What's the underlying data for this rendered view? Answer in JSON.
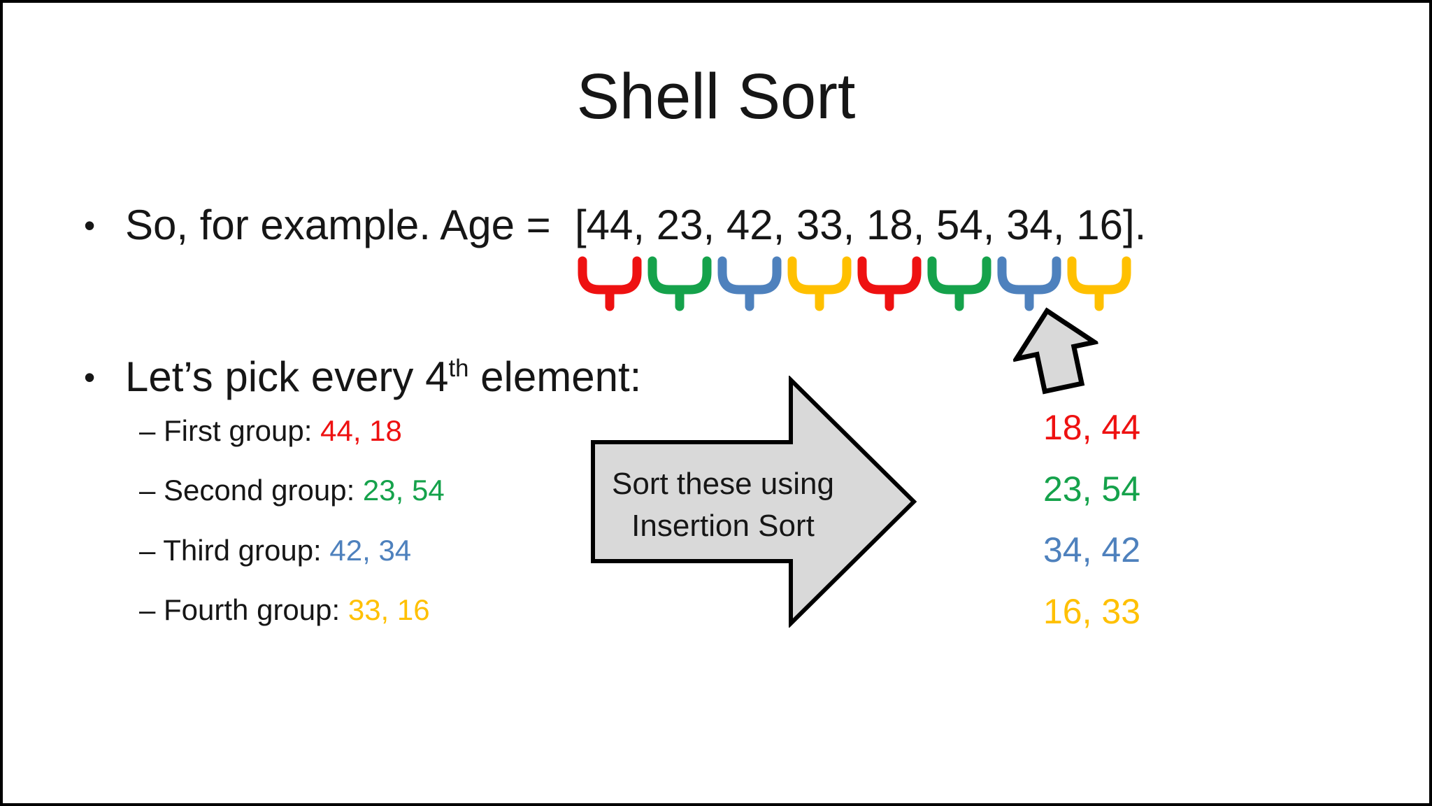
{
  "title": "Shell Sort",
  "bullet1": {
    "marker": "•",
    "text": "So, for example. Age =",
    "array": "[44, 23, 42, 33, 18, 54, 34, 16]."
  },
  "bullet2": {
    "marker": "•",
    "text_before_sup": "Let’s pick every 4",
    "sup": "th",
    "text_after_sup": " element:"
  },
  "bracket_colors": [
    "#EE1111",
    "#15A24B",
    "#4E81BD",
    "#FFC000",
    "#EE1111",
    "#15A24B",
    "#4E81BD",
    "#FFC000"
  ],
  "groups": [
    {
      "marker": "–",
      "label": "First group:",
      "unsorted": "44, 18",
      "sorted": "18, 44",
      "color": "#EE1111"
    },
    {
      "marker": "–",
      "label": "Second group:",
      "unsorted": "23, 54",
      "sorted": "23, 54",
      "color": "#15A24B"
    },
    {
      "marker": "–",
      "label": "Third group:",
      "unsorted": "42, 34",
      "sorted": "34, 42",
      "color": "#4E81BD"
    },
    {
      "marker": "–",
      "label": "Fourth group:",
      "unsorted": "33, 16",
      "sorted": "16, 33",
      "color": "#FFC000"
    }
  ],
  "process_arrow": {
    "line1": "Sort these using",
    "line2": "Insertion Sort",
    "fill": "#D9D9D9",
    "stroke": "#000000"
  },
  "up_arrow": {
    "fill": "#D9D9D9",
    "stroke": "#000000"
  }
}
